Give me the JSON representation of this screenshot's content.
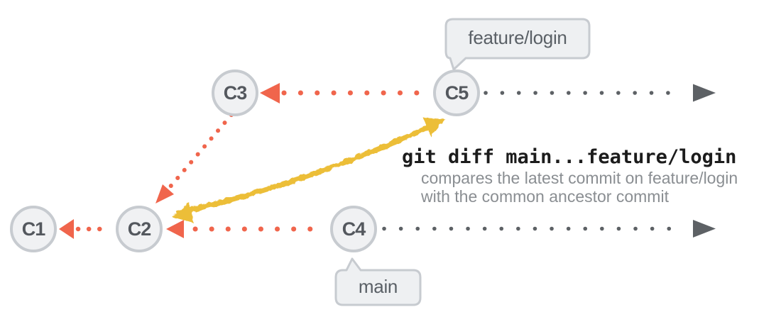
{
  "commits": [
    {
      "label": "C1"
    },
    {
      "label": "C2"
    },
    {
      "label": "C3"
    },
    {
      "label": "C4"
    },
    {
      "label": "C5"
    }
  ],
  "branch_labels": {
    "feature": {
      "text": "feature/login"
    },
    "main": {
      "text": "main"
    }
  },
  "annotation": {
    "command": "git diff main...feature/login",
    "line1": "compares the latest commit on feature/login",
    "line2": "with the common ancestor commit"
  },
  "colors": {
    "commit_arrow_red": "#F0654C",
    "diff_arrow_yellow": "#ECBE39",
    "timeline_gray": "#5D6165",
    "node_border": "#C7CBD0",
    "node_fill": "#F0F1F3",
    "node_text": "#54585E",
    "bubble_fill": "#EEF0F2",
    "bubble_border": "#C7CBD0",
    "command_text": "#1C1C1C",
    "description_text": "#8A8E92"
  },
  "icons": {
    "red_arrowhead": "triangle-left",
    "gray_arrowhead": "triangle-right",
    "yellow_arrow": "hand-drawn-double-arrow",
    "branch_label_bubble": "speech-bubble"
  }
}
